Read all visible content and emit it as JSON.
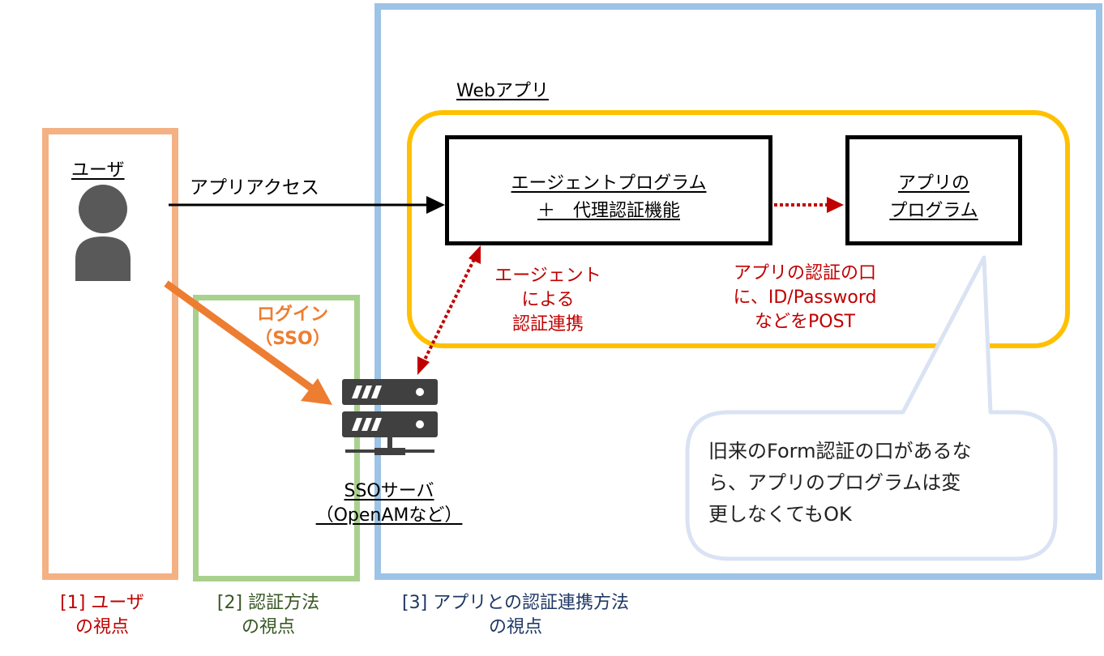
{
  "colors": {
    "user_frame": "#f4b183",
    "auth_frame": "#a9d18e",
    "app_frame": "#9dc3e6",
    "webapp_frame": "#ffc000",
    "callout_border": "#dae3f3",
    "arrow_orange": "#ed7d31",
    "red_text": "#c00000",
    "green_text": "#385723",
    "navy_text": "#1f3864",
    "icon_gray": "#595959",
    "server_dark": "#404040"
  },
  "user": {
    "title": "ユーザ"
  },
  "access_label": "アプリアクセス",
  "webapp": {
    "title": "Webアプリ"
  },
  "agent_box": {
    "line1": "エージェントプログラム",
    "line2": "＋　代理認証機能"
  },
  "app_box": {
    "line1": "アプリの",
    "line2": "プログラム"
  },
  "agent_link": {
    "line1": "エージェント",
    "line2": "による",
    "line3": "認証連携"
  },
  "post_note": {
    "line1": "アプリの認証の口",
    "line2": "に、ID/Password",
    "line3": "などをPOST"
  },
  "login": {
    "line1": "ログイン",
    "line2": "（SSO）"
  },
  "sso_server": {
    "line1": "SSOサーバ",
    "line2": "（OpenAMなど）"
  },
  "callout": {
    "line1": "旧来のForm認証の口があるな",
    "line2": "ら、アプリのプログラムは変",
    "line3": "更しなくてもOK"
  },
  "views": [
    {
      "line1": "[1] ユーザ",
      "line2": "の視点"
    },
    {
      "line1": "[2] 認証方法",
      "line2": "の視点"
    },
    {
      "line1": "[3] アプリとの認証連携方法",
      "line2": "の視点"
    }
  ]
}
